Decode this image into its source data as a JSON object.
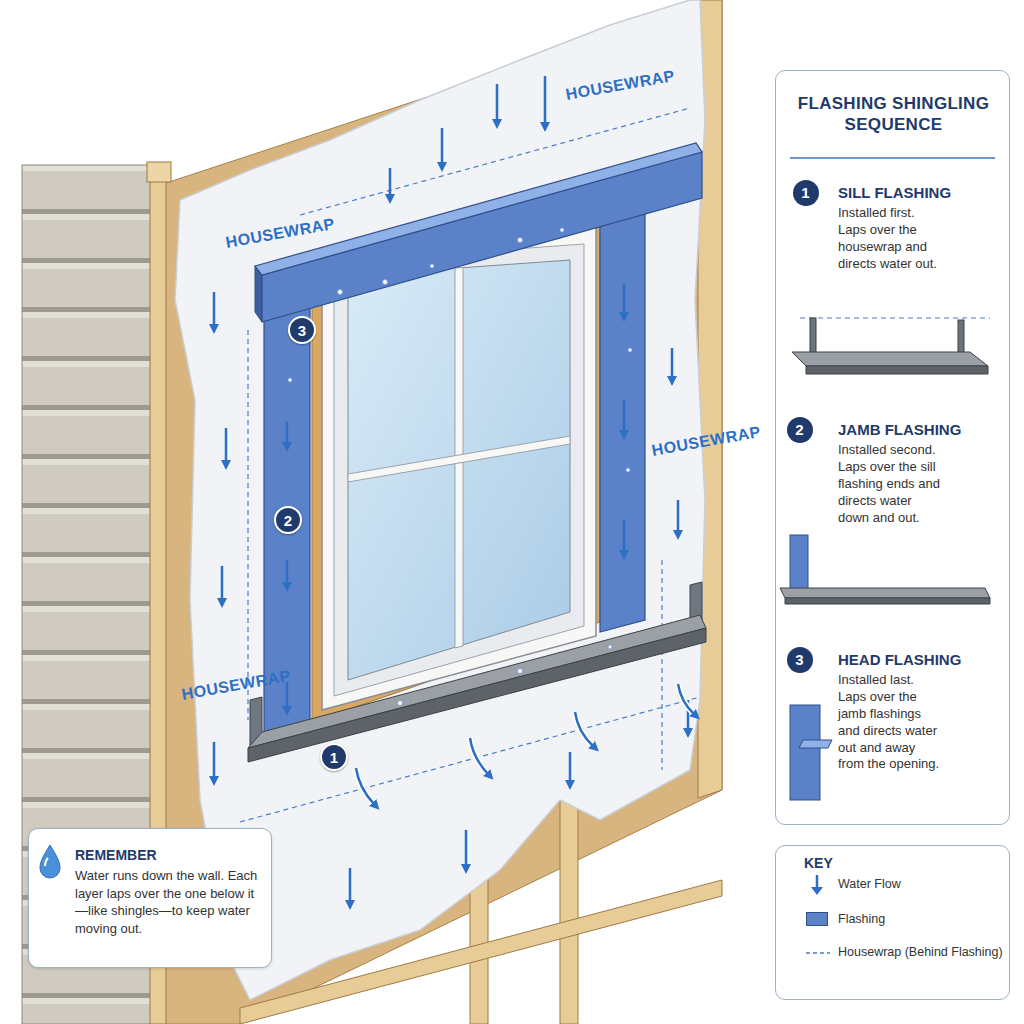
{
  "diagram": {
    "nodes": [
      {
        "text": [
          "3"
        ]
      },
      {
        "text": [
          "2"
        ]
      },
      {
        "text": [
          "1"
        ]
      },
      {
        "text": [
          "FLASHING SHINGLING SEQUENCE"
        ]
      },
      {
        "text": [
          "1"
        ],
        "in": 3
      },
      {
        "text": [
          "2"
        ],
        "in": 3
      },
      {
        "text": [
          "3"
        ],
        "in": 3
      },
      {
        "text": [
          "KEY"
        ]
      },
      {
        "text": [
          "REMEMBER",
          "Water runs down the wall. Each layer laps over the one below it—like shingles—to keep water moving out."
        ]
      }
    ],
    "labels": [
      "HOUSEWRAP",
      "HOUSEWRAP",
      "HOUSEWRAP",
      "HOUSEWRAP",
      "SILL FLASHING",
      "Installed first. Laps over the housewrap and directs water out.",
      "JAMB FLASHING",
      "Installed second. Laps over the sill flashing ends and directs water down and out.",
      "HEAD FLASHING",
      "Installed last. Laps over the jamb flashings and directs water out and away from the opening."
    ],
    "legend": [
      {
        "text": "Water Flow"
      },
      {
        "text": "Flashing",
        "color": "#5b82c8"
      },
      {
        "text": "Housewrap (Behind Flashing)"
      }
    ]
  }
}
